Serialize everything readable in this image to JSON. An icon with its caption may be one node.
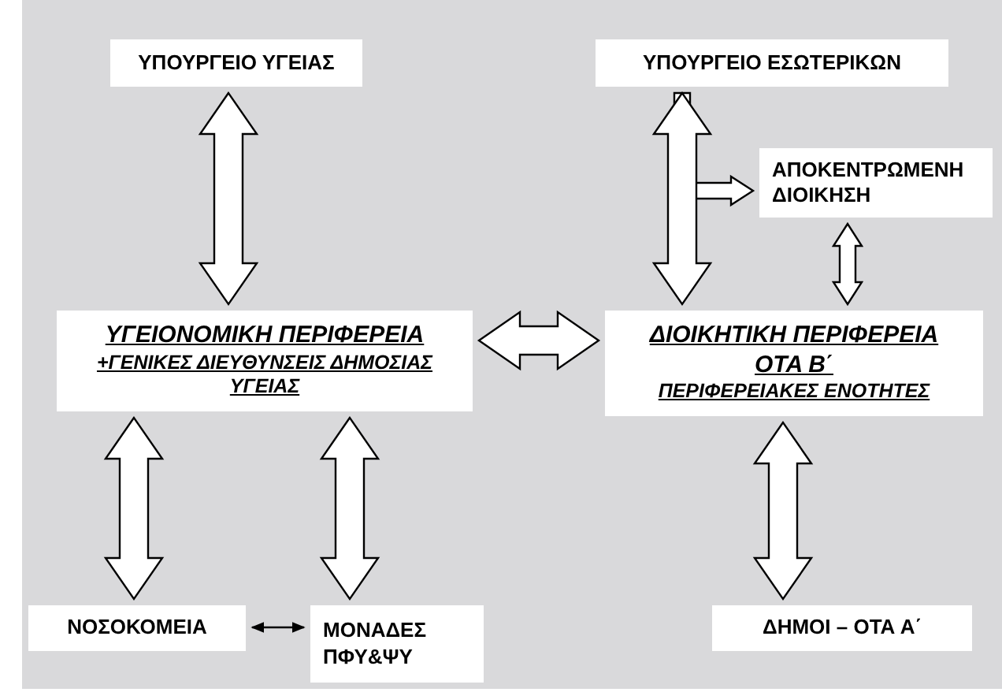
{
  "diagram": {
    "nodes": [
      {
        "text": [
          "ΥΠΟΥΡΓΕΙΟ ΥΓΕΙΑΣ"
        ]
      },
      {
        "text": [
          "ΥΠΟΥΡΓΕΙΟ ΕΣΩΤΕΡΙΚΩΝ"
        ]
      },
      {
        "text": [
          "ΑΠΟΚΕΝΤΡΩΜΕΝΗ ΔΙΟΙΚΗΣΗ"
        ]
      },
      {
        "text": [
          "ΥΓΕΙΟΝΟΜΙΚΗ ΠΕΡΙΦΕΡΕΙΑ",
          "+ΓΕΝΙΚΕΣ ΔΙΕΥΘΥΝΣΕΙΣ ΔΗΜΟΣΙΑΣ ΥΓΕΙΑΣ"
        ]
      },
      {
        "text": [
          "ΔΙΟΙΚΗΤΙΚΗ ΠΕΡΙΦΕΡΕΙΑ ΟΤΑ Β΄",
          "ΠΕΡΙΦΕΡΕΙΑΚΕΣ ΕΝΟΤΗΤΕΣ"
        ]
      },
      {
        "text": [
          "ΝΟΣΟΚΟΜΕΙΑ"
        ]
      },
      {
        "text": [
          "ΜΟΝΑΔΕΣ ΠΦΥ&ΨΥ"
        ]
      },
      {
        "text": [
          "ΔΗΜΟΙ – ΟΤΑ Α΄"
        ]
      }
    ],
    "edges": [
      {
        "from": 0,
        "to": 3,
        "arrow": "both",
        "style": "thick"
      },
      {
        "from": 1,
        "to": 4,
        "arrow": "both",
        "style": "thick"
      },
      {
        "from": 1,
        "to": 2,
        "arrow": "to",
        "style": "thick"
      },
      {
        "from": 2,
        "to": 4,
        "arrow": "both",
        "style": "thick"
      },
      {
        "from": 3,
        "to": 4,
        "arrow": "both",
        "style": "thick"
      },
      {
        "from": 3,
        "to": 5,
        "arrow": "both",
        "style": "thick"
      },
      {
        "from": 3,
        "to": 6,
        "arrow": "both",
        "style": "thick"
      },
      {
        "from": 5,
        "to": 6,
        "arrow": "both"
      },
      {
        "from": 4,
        "to": 7,
        "arrow": "both",
        "style": "thick"
      }
    ]
  }
}
